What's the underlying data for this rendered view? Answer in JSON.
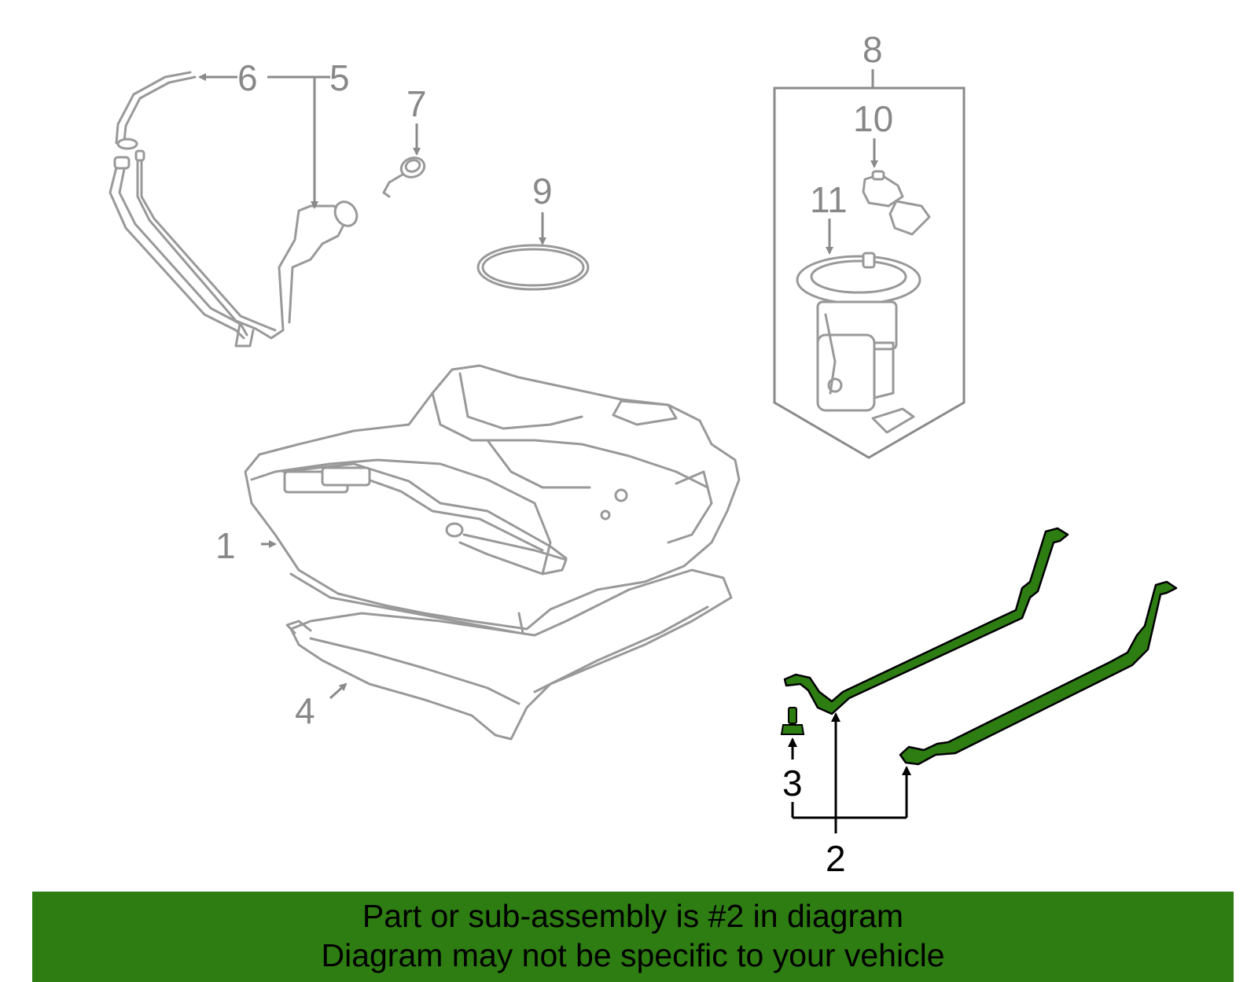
{
  "callouts": [
    {
      "id": "1",
      "label": "1",
      "highlighted": false
    },
    {
      "id": "2",
      "label": "2",
      "highlighted": true
    },
    {
      "id": "3",
      "label": "3",
      "highlighted": true
    },
    {
      "id": "4",
      "label": "4",
      "highlighted": false
    },
    {
      "id": "5",
      "label": "5",
      "highlighted": false
    },
    {
      "id": "6",
      "label": "6",
      "highlighted": false
    },
    {
      "id": "7",
      "label": "7",
      "highlighted": false
    },
    {
      "id": "8",
      "label": "8",
      "highlighted": false
    },
    {
      "id": "9",
      "label": "9",
      "highlighted": false
    },
    {
      "id": "10",
      "label": "10",
      "highlighted": false
    },
    {
      "id": "11",
      "label": "11",
      "highlighted": false
    }
  ],
  "banner": {
    "line1": "Part or sub-assembly is #2 in diagram",
    "line2": "Diagram may not be specific to your vehicle"
  },
  "colors": {
    "highlight": "#2e7d12",
    "part_outline": "#999999",
    "callout_grey": "#888888",
    "callout_black": "#000000"
  },
  "icons": [
    "fuel-tank-icon",
    "fuel-tank-strap-icon",
    "strap-bolt-icon",
    "heat-shield-icon",
    "filler-pipe-icon",
    "vent-hose-icon",
    "fuel-cap-icon",
    "fuel-pump-module-icon",
    "lock-ring-icon",
    "pressure-sensor-icon",
    "fuel-pump-icon"
  ]
}
